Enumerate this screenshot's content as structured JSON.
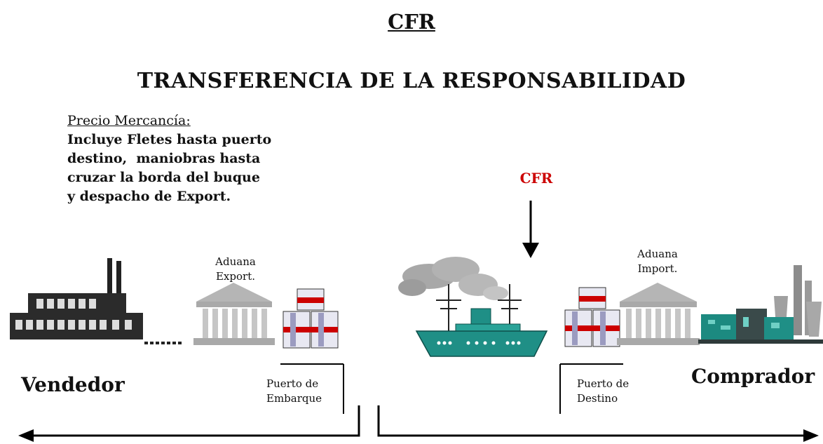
{
  "title": "CFR",
  "subtitle": "TRANSFERENCIA DE LA RESPONSABILIDAD",
  "price_note": {
    "heading": "Precio Mercancía:",
    "lines": [
      "Incluye Fletes hasta puerto",
      "destino,  maniobras hasta",
      "cruzar la borda del buque",
      "y despacho de Export."
    ]
  },
  "transfer_point": "CFR",
  "export_customs": [
    "Aduana",
    "Export."
  ],
  "import_customs": [
    "Aduana",
    "Import."
  ],
  "port_of_loading": [
    "Puerto de",
    "Embarque"
  ],
  "port_of_destination": [
    "Puerto de",
    "Destino"
  ],
  "seller": "Vendedor",
  "buyer": "Comprador",
  "colors": {
    "accent_red": "#cc0000",
    "ship_teal": "#1f8f86",
    "smoke_gray": "#a8a8a8"
  }
}
